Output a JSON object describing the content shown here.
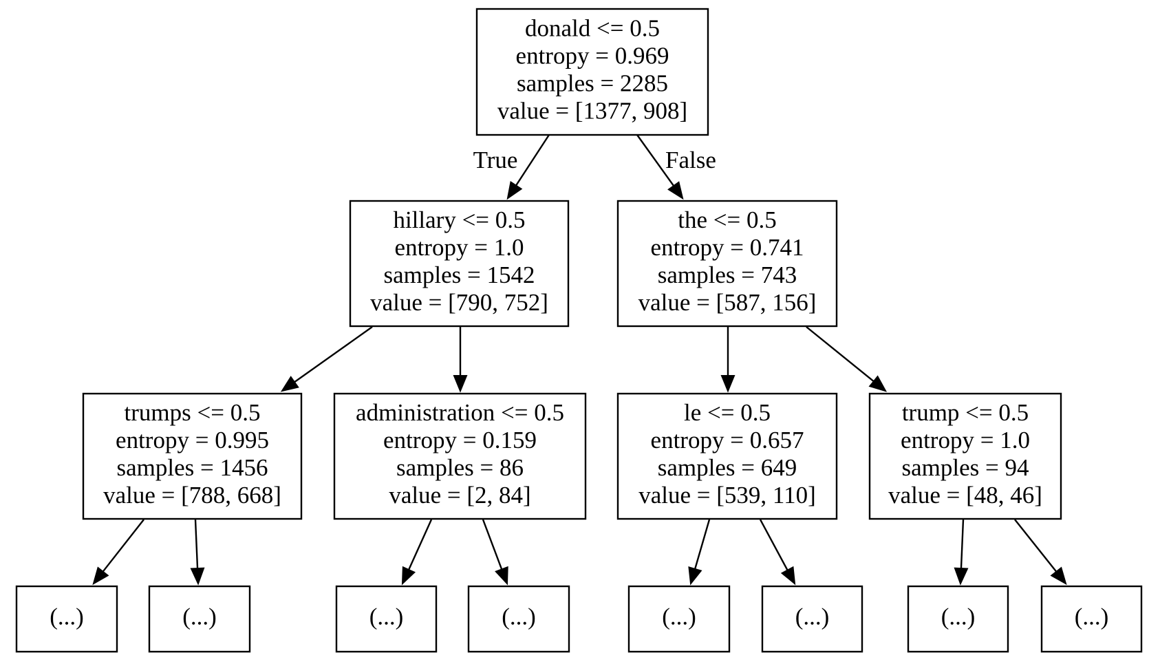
{
  "tree": {
    "nodes": [
      {
        "id": "root",
        "lines": [
          "donald <= 0.5",
          "entropy = 0.969",
          "samples = 2285",
          "value = [1377, 908]"
        ]
      },
      {
        "id": "n-hillary",
        "lines": [
          "hillary <= 0.5",
          "entropy = 1.0",
          "samples = 1542",
          "value = [790, 752]"
        ]
      },
      {
        "id": "n-the",
        "lines": [
          "the <= 0.5",
          "entropy = 0.741",
          "samples = 743",
          "value = [587, 156]"
        ]
      },
      {
        "id": "n-trumps",
        "lines": [
          "trumps <= 0.5",
          "entropy = 0.995",
          "samples = 1456",
          "value = [788, 668]"
        ]
      },
      {
        "id": "n-administration",
        "lines": [
          "administration <= 0.5",
          "entropy = 0.159",
          "samples = 86",
          "value = [2, 84]"
        ]
      },
      {
        "id": "n-le",
        "lines": [
          "le <= 0.5",
          "entropy = 0.657",
          "samples = 649",
          "value = [539, 110]"
        ]
      },
      {
        "id": "n-trump",
        "lines": [
          "trump <= 0.5",
          "entropy = 1.0",
          "samples = 94",
          "value = [48, 46]"
        ]
      },
      {
        "id": "leaf-1",
        "lines": [
          "(...)"
        ]
      },
      {
        "id": "leaf-2",
        "lines": [
          "(...)"
        ]
      },
      {
        "id": "leaf-3",
        "lines": [
          "(...)"
        ]
      },
      {
        "id": "leaf-4",
        "lines": [
          "(...)"
        ]
      },
      {
        "id": "leaf-5",
        "lines": [
          "(...)"
        ]
      },
      {
        "id": "leaf-6",
        "lines": [
          "(...)"
        ]
      },
      {
        "id": "leaf-7",
        "lines": [
          "(...)"
        ]
      },
      {
        "id": "leaf-8",
        "lines": [
          "(...)"
        ]
      }
    ],
    "edges": [
      {
        "from": "root",
        "to": "n-hillary",
        "label": "True"
      },
      {
        "from": "root",
        "to": "n-the",
        "label": "False"
      },
      {
        "from": "n-hillary",
        "to": "n-trumps",
        "label": ""
      },
      {
        "from": "n-hillary",
        "to": "n-administration",
        "label": ""
      },
      {
        "from": "n-the",
        "to": "n-le",
        "label": ""
      },
      {
        "from": "n-the",
        "to": "n-trump",
        "label": ""
      },
      {
        "from": "n-trumps",
        "to": "leaf-1",
        "label": ""
      },
      {
        "from": "n-trumps",
        "to": "leaf-2",
        "label": ""
      },
      {
        "from": "n-administration",
        "to": "leaf-3",
        "label": ""
      },
      {
        "from": "n-administration",
        "to": "leaf-4",
        "label": ""
      },
      {
        "from": "n-le",
        "to": "leaf-5",
        "label": ""
      },
      {
        "from": "n-le",
        "to": "leaf-6",
        "label": ""
      },
      {
        "from": "n-trump",
        "to": "leaf-7",
        "label": ""
      },
      {
        "from": "n-trump",
        "to": "leaf-8",
        "label": ""
      }
    ]
  }
}
